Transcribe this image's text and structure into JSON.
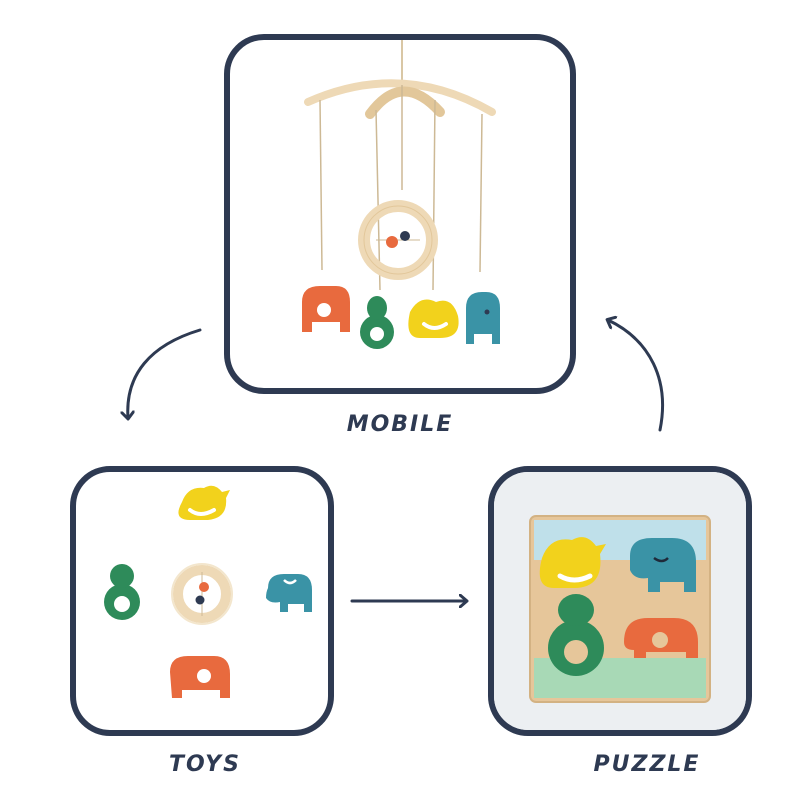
{
  "stages": {
    "mobile": {
      "label": "MOBILE"
    },
    "toys": {
      "label": "TOYS"
    },
    "puzzle": {
      "label": "PUZZLE"
    }
  },
  "colors": {
    "outline": "#2e3a52",
    "wood": "#eed9b6",
    "orange": "#e86a3e",
    "green": "#2e8b5a",
    "yellow": "#f2d21c",
    "teal": "#3a93a6"
  }
}
